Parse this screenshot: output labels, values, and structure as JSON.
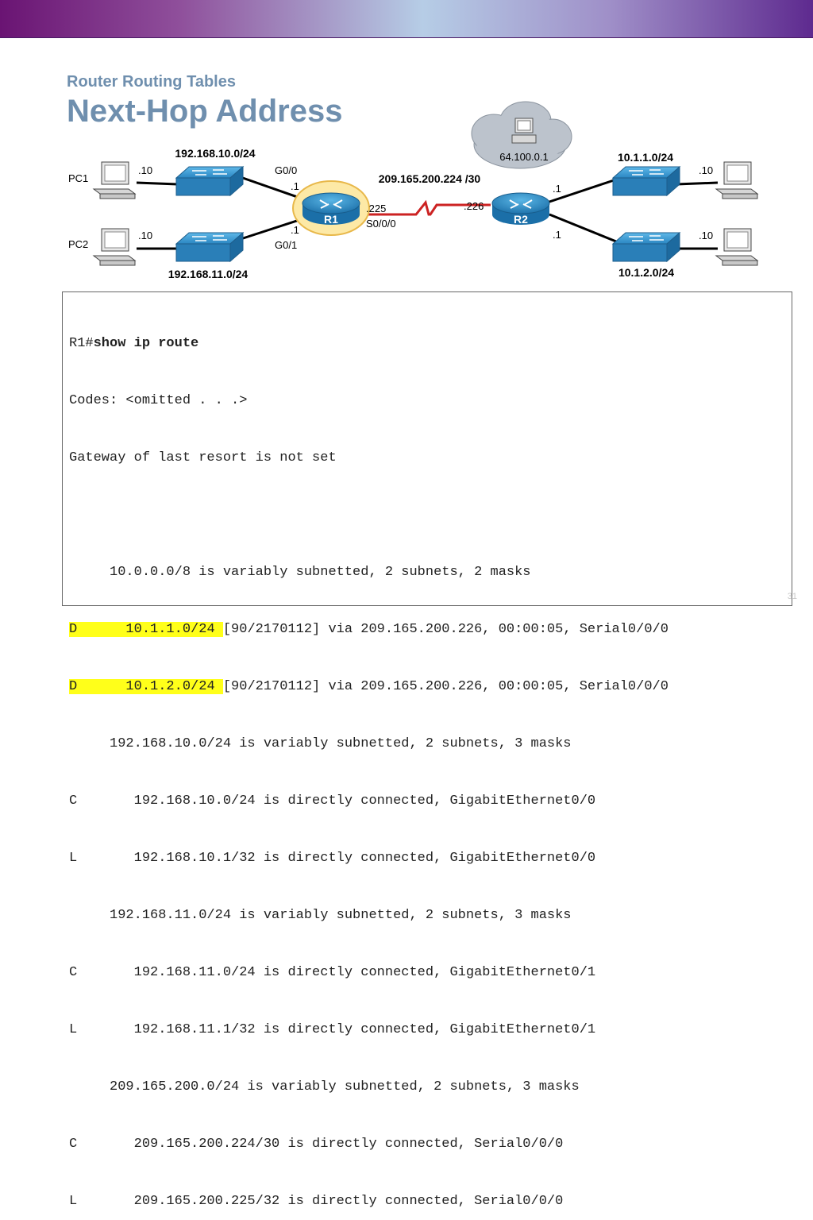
{
  "slide": {
    "title_line1": "Router Routing Tables",
    "title_line2": "Next-Hop Address",
    "page_number": "31",
    "banner_color_start": "#6a1473",
    "banner_color_end": "#5e2a8f",
    "title_color": "#6f8fae",
    "highlight_color": "#ffff1a"
  },
  "diagram": {
    "pc1": "PC1",
    "pc2": "PC2",
    "net_192_10": "192.168.10.0/24",
    "net_192_11": "192.168.11.0/24",
    "net_10_1_1": "10.1.1.0/24",
    "net_10_1_2": "10.1.2.0/24",
    "wan_net": "209.165.200.224 /30",
    "cloud_host": "64.100.0.1",
    "r1": "R1",
    "r2": "R2",
    "pc1_addr": ".10",
    "pc2_addr": ".10",
    "r2_pc_top_addr": ".10",
    "r2_pc_bottom_addr": ".10",
    "r1_g00_if": "G0/0",
    "r1_g00_addr": ".1",
    "r1_g01_if": "G0/1",
    "r1_g01_addr": ".1",
    "r1_s000_addr": ".225",
    "r1_s000_if": "S0/0/0",
    "r2_s_addr": ".226",
    "r2_top_addr": ".1",
    "r2_bottom_addr": ".1"
  },
  "terminal": {
    "prompt": "R1#",
    "command": "show ip route",
    "codes": "Codes: <omitted . . .>",
    "gateway": "Gateway of last resort is not set",
    "blank": "",
    "l_10_hdr": "     10.0.0.0/8 is variably subnetted, 2 subnets, 2 masks",
    "d1_code": "D",
    "d1_net": "10.1.1.0/24",
    "d1_rest": "[90/2170112] via 209.165.200.226, 00:00:05, Serial0/0/0",
    "d2_code": "D",
    "d2_net": "10.1.2.0/24",
    "d2_rest": "[90/2170112] via 209.165.200.226, 00:00:05, Serial0/0/0",
    "l_19210_hdr": "     192.168.10.0/24 is variably subnetted, 2 subnets, 3 masks",
    "l_c1": "C       192.168.10.0/24 is directly connected, GigabitEthernet0/0",
    "l_l1": "L       192.168.10.1/32 is directly connected, GigabitEthernet0/0",
    "l_19211_hdr": "     192.168.11.0/24 is variably subnetted, 2 subnets, 3 masks",
    "l_c2": "C       192.168.11.0/24 is directly connected, GigabitEthernet0/1",
    "l_l2": "L       192.168.11.1/32 is directly connected, GigabitEthernet0/1",
    "l_209_hdr": "     209.165.200.0/24 is variably subnetted, 2 subnets, 3 masks",
    "l_c3": "C       209.165.200.224/30 is directly connected, Serial0/0/0",
    "l_l3": "L       209.165.200.225/32 is directly connected, Serial0/0/0"
  }
}
